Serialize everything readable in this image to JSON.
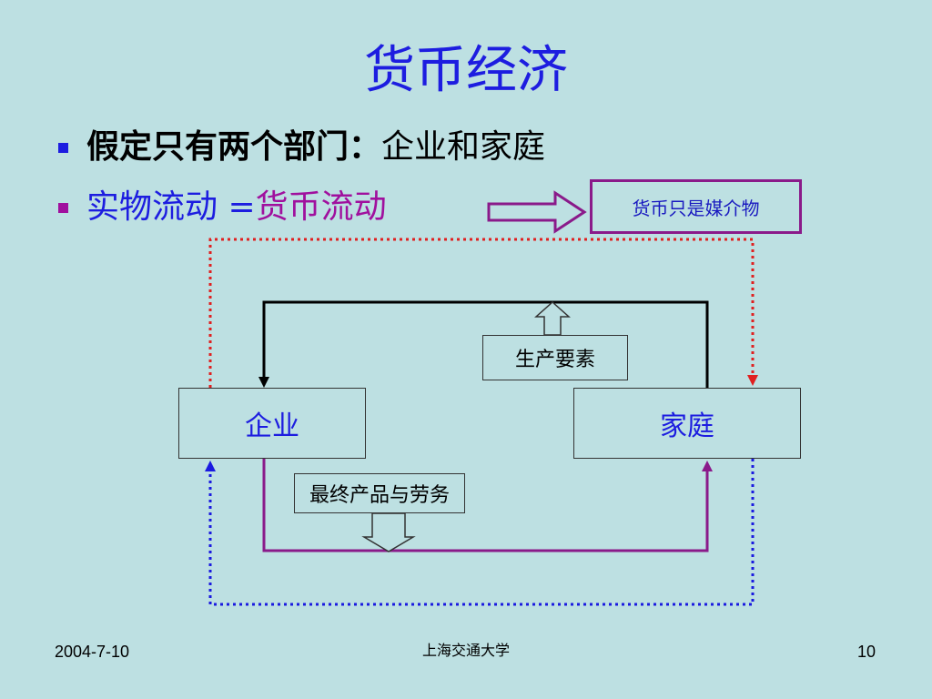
{
  "title": "货币经济",
  "bullets": [
    {
      "bold": "假定只有两个部门：",
      "plain": "企业和家庭"
    },
    {
      "part1": "实物流动 = ",
      "part2": "货币流动"
    }
  ],
  "note": "货币只是媒介物",
  "nodes": {
    "firm": "企业",
    "household": "家庭"
  },
  "flows": {
    "factors": "生产要素",
    "goods": "最终产品与劳务"
  },
  "footer": {
    "date": "2004-7-10",
    "org": "上海交通大学",
    "page": "10"
  },
  "colors": {
    "background": "#bde0e2",
    "title": "#1d1de0",
    "real_flow_top": "#000000",
    "real_flow_bottom": "#8a1a8a",
    "money_flow_top": "#e02020",
    "money_flow_bottom": "#1a1ae0",
    "bullet_1": "#1d1de0",
    "bullet_2": "#a0109e"
  }
}
